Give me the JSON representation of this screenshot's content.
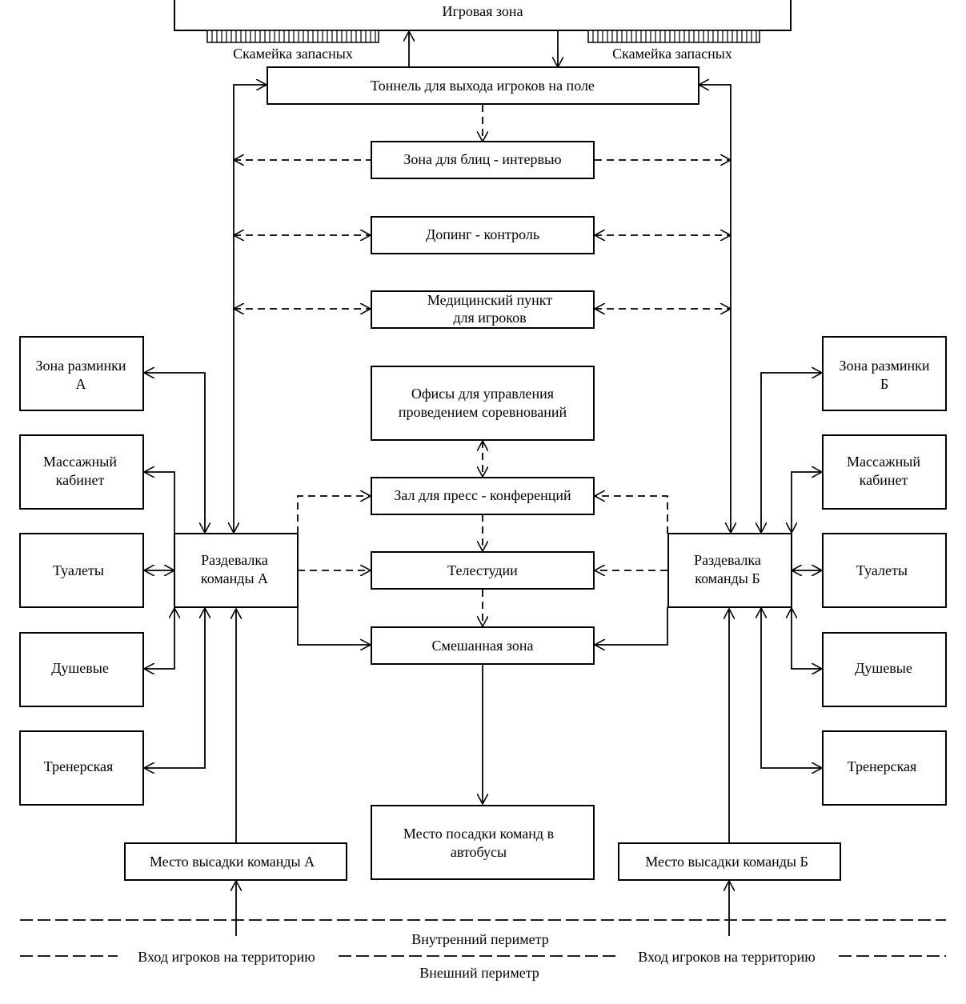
{
  "nodes": {
    "play_zone": "Игровая зона",
    "bench_left": "Скамейка запасных",
    "bench_right": "Скамейка запасных",
    "tunnel": "Тоннель для выхода игроков на поле",
    "flash": "Зона для блиц - интервью",
    "doping": "Допинг - контроль",
    "medical_1": "Медицинский пункт",
    "medical_2": "для игроков",
    "offices_1": "Офисы для управления",
    "offices_2": "проведением соревнований",
    "press": "Зал для пресс - конференций",
    "tv": "Телестудии",
    "mixed": "Смешанная зона",
    "bus_1": "Место посадки команд в",
    "bus_2": "автобусы",
    "locker_a_1": "Раздевалка",
    "locker_a_2": "команды А",
    "locker_b_1": "Раздевалка",
    "locker_b_2": "команды Б",
    "warm_a_1": "Зона разминки",
    "warm_a_2": "А",
    "warm_b_1": "Зона разминки",
    "warm_b_2": "Б",
    "massage_a_1": "Массажный",
    "massage_a_2": "кабинет",
    "massage_b_1": "Массажный",
    "massage_b_2": "кабинет",
    "toilets_a": "Туалеты",
    "toilets_b": "Туалеты",
    "showers_a": "Душевые",
    "showers_b": "Душевые",
    "coach_a": "Тренерская",
    "coach_b": "Тренерская",
    "dropoff_a": "Место высадки команды А",
    "dropoff_b": "Место высадки команды Б"
  },
  "perimeter": {
    "inner": "Внутренний периметр",
    "entry_left": "Вход игроков на территорию",
    "entry_right": "Вход игроков на территорию",
    "outer": "Внешний периметр"
  }
}
